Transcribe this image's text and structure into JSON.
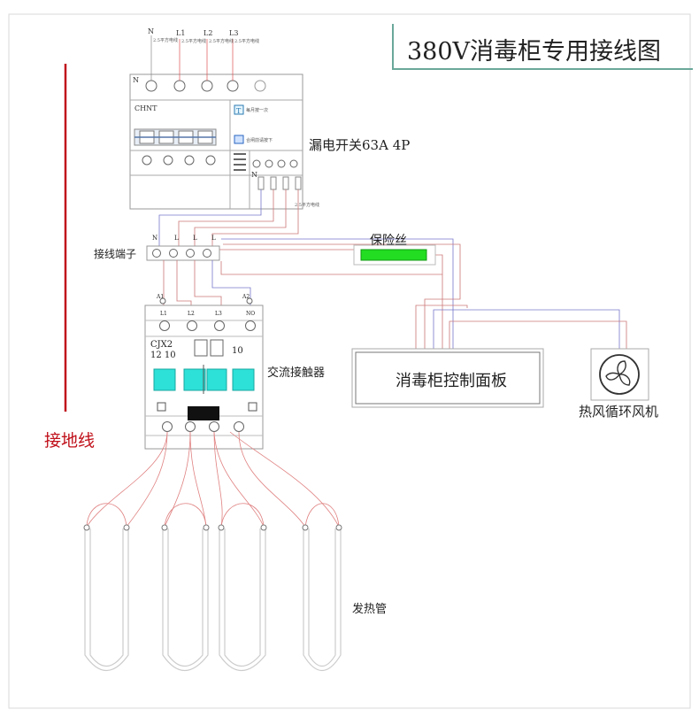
{
  "title": "380V消毒柜专用接线图",
  "breaker": {
    "brand": "CHNT",
    "label": "漏电开关63A 4P",
    "terminals_top": [
      "N",
      "L1",
      "L2",
      "L3"
    ],
    "top_wire_notes": [
      "2.5平方电线",
      "2.5平方电线",
      "2.5平方电线",
      "2.5平方电线"
    ],
    "test_note": "每月按一次",
    "reset_note": "合闸前请按下",
    "bottom_n": "N",
    "out_wire_note": "2.5平方电线"
  },
  "terminal_block": {
    "label": "接线端子",
    "pins": [
      "N",
      "L",
      "L",
      "L"
    ]
  },
  "fuse": {
    "label": "保险丝",
    "color": "#22dd22"
  },
  "contactor": {
    "model_line1": "CJX2",
    "model_line2": "12 10",
    "rating": "10",
    "label": "交流接触器",
    "coil_a1": "A1",
    "coil_a2": "A2",
    "top_pins": [
      "L1",
      "L2",
      "L3",
      "NO"
    ],
    "accent": "#2de0d8"
  },
  "control_panel": {
    "label": "消毒柜控制面板"
  },
  "fan": {
    "label": "热风循环风机"
  },
  "ground": {
    "label": "接地线",
    "color": "#c0101a"
  },
  "heater": {
    "label": "发热管"
  },
  "icons": [
    "fan-icon",
    "terminal-screw-icon",
    "heating-tube-icon"
  ]
}
